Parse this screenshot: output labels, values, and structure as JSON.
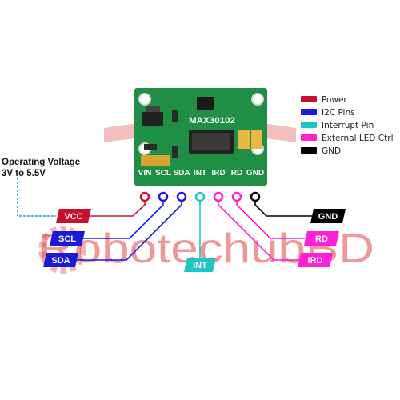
{
  "watermark": {
    "text": "RobotechubBD",
    "color": "#e24444"
  },
  "board": {
    "chip_label": "MAX30102",
    "pin_labels": [
      "VIN",
      "SCL",
      "SDA",
      "INT",
      "IRD",
      "RD",
      "GND"
    ],
    "color": "#1e8f44"
  },
  "note": {
    "line1": "Operating Voltage",
    "line2": "3V to 5.5V"
  },
  "legend": [
    {
      "label": "Power",
      "color": "#c8102e",
      "icon": "power-swatch"
    },
    {
      "label": "I2C Pins",
      "color": "#1a1adb",
      "icon": "i2c-swatch"
    },
    {
      "label": "Interrupt Pin",
      "color": "#20c4c4",
      "icon": "interrupt-swatch"
    },
    {
      "label": "External LED Ctrl",
      "color": "#ff1fd6",
      "icon": "led-swatch"
    },
    {
      "label": "GND",
      "color": "#000000",
      "icon": "gnd-swatch"
    }
  ],
  "tags": {
    "vcc": {
      "label": "VCC",
      "color": "#c8102e"
    },
    "scl": {
      "label": "SCL",
      "color": "#1a1adb"
    },
    "sda": {
      "label": "SDA",
      "color": "#1a1adb"
    },
    "int": {
      "label": "INT",
      "color": "#20c4c4"
    },
    "gnd": {
      "label": "GND",
      "color": "#000000"
    },
    "rd": {
      "label": "RD",
      "color": "#ff1fd6"
    },
    "ird": {
      "label": "IRD",
      "color": "#ff1fd6"
    }
  }
}
